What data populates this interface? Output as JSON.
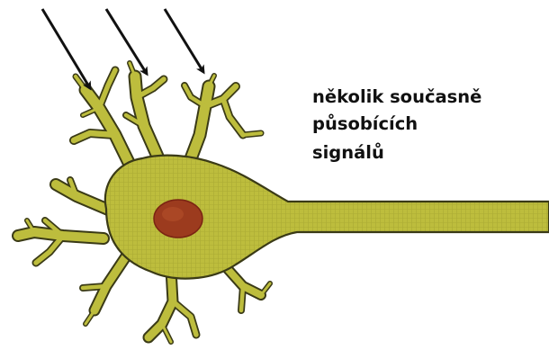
{
  "caption": {
    "lines": [
      "několik současně",
      "působících",
      "signálů"
    ]
  },
  "colors": {
    "cell_fill": "#bdbd3d",
    "cell_outline": "#3a3a16",
    "nucleus": "#9c3b1e",
    "nucleus_dark": "#7a2412",
    "arrow": "#111111",
    "text": "#111111"
  },
  "icons": {
    "arrows": "signal-arrow-icon"
  }
}
